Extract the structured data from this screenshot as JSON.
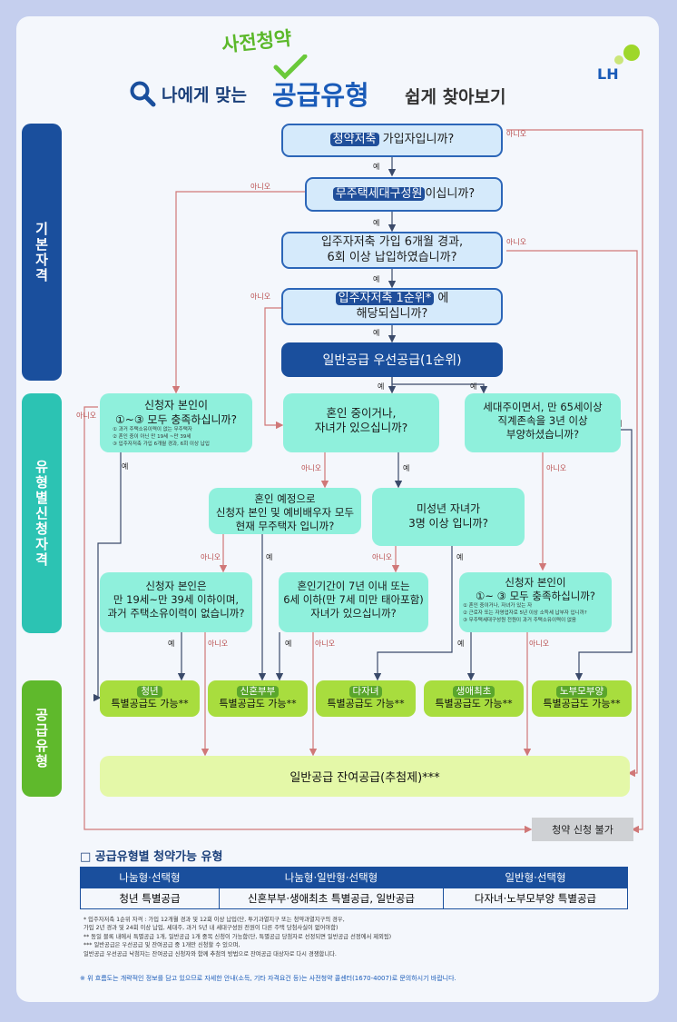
{
  "header": {
    "title_pre": "나에게 맞는",
    "title_main": "공급유형",
    "title_post": "쉽게 찾아보기",
    "title_top": "사전청약",
    "logo": "LH"
  },
  "sections": {
    "basic": "기본자격",
    "by_type": "유형별신청자격",
    "supply": "공급유형"
  },
  "labels": {
    "yes": "예",
    "no": "아니오"
  },
  "questions": {
    "q1_hl": "청약저축",
    "q1_rest": "가입자입니까?",
    "q2_hl": "무주택세대구성원",
    "q2_rest": "이십니까?",
    "q3_line1": "입주자저축 가입 6개월 경과,",
    "q3_line2": "6회 이상 납입하였습니까?",
    "q4_hl": "입주자저축 1순위*",
    "q4_rest": "에",
    "q4_line2": "해당되십니까?",
    "general_priority": "일반공급 우선공급(1순위)",
    "left_line1": "신청자 본인이",
    "left_line2": "①~③ 모두 충족하십니까?",
    "left_notes": [
      "① 과거 주택소유이력이 없는 무주택자",
      "② 혼인 중이 아닌 만 19세 ~만 39세",
      "③ 입주자저축 가입 6개월 경과, 6회 이상 납입"
    ],
    "mid_line1": "혼인 중이거나,",
    "mid_line2": "자녀가 있으십니까?",
    "right_line1": "세대주이면서, 만 65세이상",
    "right_line2": "직계존속을 3년 이상",
    "right_line3": "부양하셨습니까?",
    "engaged_line1": "혼인 예정으로",
    "engaged_line2": "신청자 본인 및 예비배우자 모두",
    "engaged_line3": "현재 무주택자 입니까?",
    "minor_line1": "미성년 자녀가",
    "minor_line2": "3명 이상 입니까?",
    "age_line1": "신청자 본인은",
    "age_line2": "만 19세~만 39세 이하이며,",
    "age_line3": "과거 주택소유이력이 없습니까?",
    "married_line1": "혼인기간이 7년 이내 또는",
    "married_line2": "6세 이하(만 7세 미만 태아포함)",
    "married_line3": "자녀가 있으십니까?",
    "first_line1": "신청자 본인이",
    "first_line2": "①~ ③ 모두 충족하십니까?",
    "first_notes": [
      "① 혼인 중이거나, 자녀가 있는 자",
      "② 근로자 또는 자영업자로 5년 이상 소득세 납부자 입니까?",
      "③ 무주택세대구성원 전원이 과거 주택소유이력이 없음"
    ]
  },
  "results": [
    {
      "tag": "청년",
      "text": "특별공급도 가능**"
    },
    {
      "tag": "신혼부부",
      "text": "특별공급도 가능**"
    },
    {
      "tag": "다자녀",
      "text": "특별공급도 가능**"
    },
    {
      "tag": "생애최초",
      "text": "특별공급도 가능**"
    },
    {
      "tag": "노부모부양",
      "text": "특별공급도 가능**"
    }
  ],
  "remaining": "일반공급 잔여공급(추첨제)***",
  "ineligible": "청약 신청 불가",
  "table": {
    "title": "□ 공급유형별 청약가능 유형",
    "headers": [
      "나눔형·선택형",
      "나눔형·일반형·선택형",
      "일반형·선택형"
    ],
    "rows": [
      [
        "청년 특별공급",
        "신혼부부·생애최초 특별공급, 일반공급",
        "다자녀·노부모부양 특별공급"
      ]
    ]
  },
  "footnotes": [
    "*  입주자저축 1순위 자격 : 가입 12개월 경과 및 12회 이상 납입(단, 투기과열지구 또는 청약과열지구의 경우,",
    "   가입 2년 경과 및 24회 이상 납입, 세대주, 과거 5년 내 세대구성원 전원이 다른 주택 당첨사실이 없어야함)",
    "** 동일 블록 내에서 특별공급 1개, 일반공급 1개 중복 신청이 가능함(단, 특별공급 당첨자로 선정되면 일반공급 선정에서 제외됨)",
    "*** 일반공급은 우선공급 및 잔여공급 중 1개만 신청할 수 있으며,",
    "    일반공급 우선공급 낙첨자는 잔여공급 신청자와 함께 추첨의 방법으로 잔여공급 대상자로 다시 경쟁합니다."
  ],
  "notice": "※ 위 흐름도는 개략적인 정보를 담고 있으므로 자세한 안내(소득, 기타 자격요건 등)는 사전청약 콜센터(1670-4007)로 문의하시기 바랍니다.",
  "colors": {
    "navy": "#1a4f9d",
    "teal": "#8ff0dc",
    "green": "#a8dd3e",
    "lime": "#e4f8a8",
    "no_line": "#d07878"
  }
}
